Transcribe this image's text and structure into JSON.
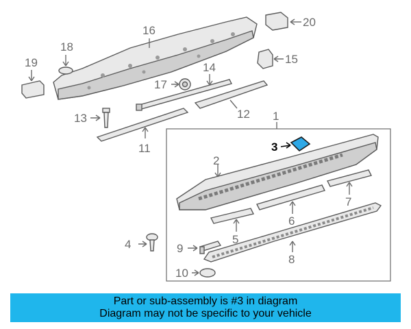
{
  "callouts": {
    "c1": "1",
    "c2": "2",
    "c3": "3",
    "c4": "4",
    "c5": "5",
    "c6": "6",
    "c7": "7",
    "c8": "8",
    "c9": "9",
    "c10": "10",
    "c11": "11",
    "c12": "12",
    "c13": "13",
    "c14": "14",
    "c15": "15",
    "c16": "16",
    "c17": "17",
    "c18": "18",
    "c19": "19",
    "c20": "20"
  },
  "highlighted_part": "3",
  "colors": {
    "highlight": "#2ea8e6",
    "banner": "#1fb6ec"
  },
  "banner": {
    "line1": "Part or sub-assembly is #3 in diagram",
    "line2": "Diagram may not be specific to your vehicle"
  }
}
